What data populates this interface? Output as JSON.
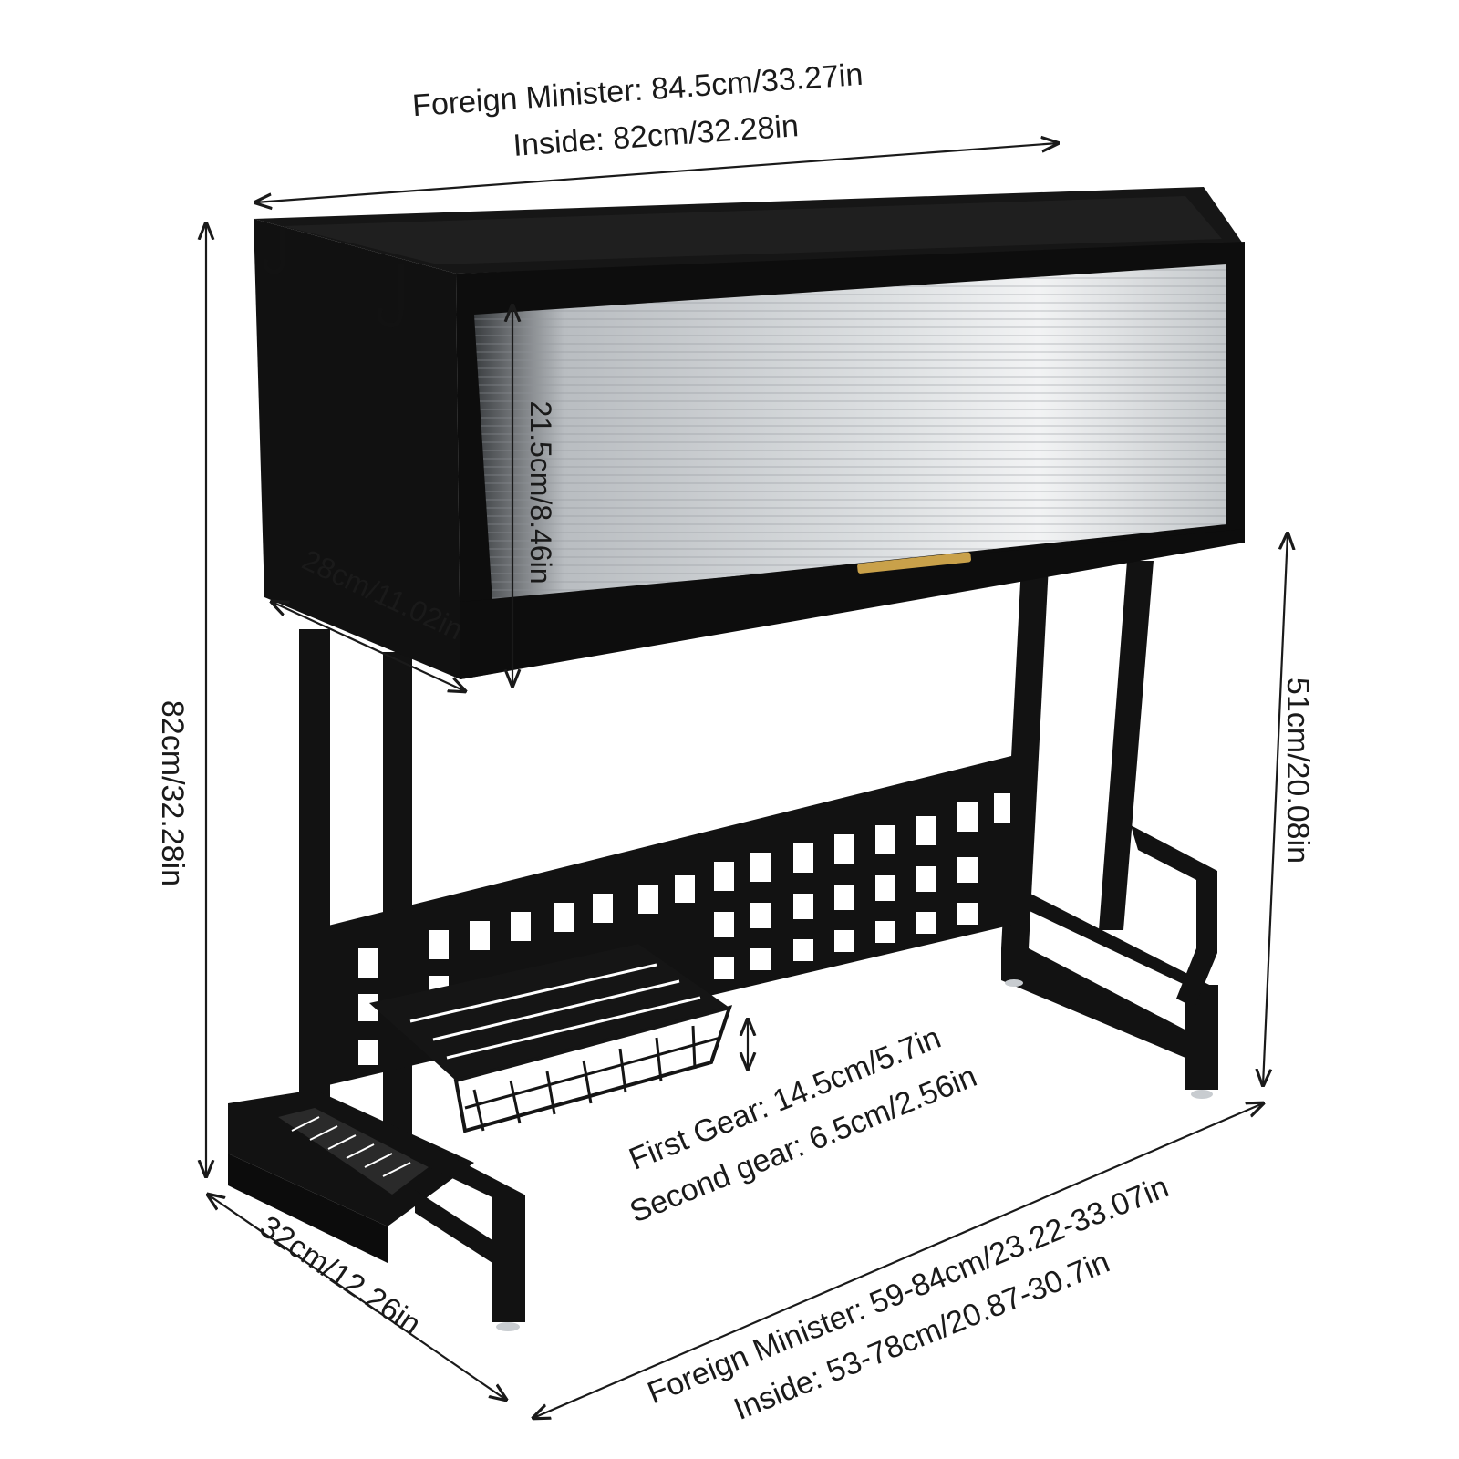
{
  "dimensions": {
    "top_width": {
      "outer": "Foreign Minister: 84.5cm/33.27in",
      "inner": "Inside: 82cm/32.28in"
    },
    "total_height": "82cm/32.28in",
    "cabinet_height": "21.5cm/8.46in",
    "cabinet_depth": "28cm/11.02in",
    "leg_height": "51cm/20.08in",
    "base_depth": "32cm/12.26in",
    "basket_gear": {
      "first": "First Gear: 14.5cm/5.7in",
      "second": "Second gear: 6.5cm/2.56in"
    },
    "bottom_width": {
      "outer": "Foreign Minister: 59-84cm/23.22-33.07in",
      "inner": "Inside: 53-78cm/20.87-30.7in"
    }
  },
  "colors": {
    "frame": "#121212",
    "cabinet_face": "#0d0d0d",
    "glass": "#cfd3d6",
    "handle": "#c9a14a",
    "dimension_ink": "#1a1a1a"
  },
  "icons": [
    "hook-icon",
    "double-arrow-icon"
  ]
}
